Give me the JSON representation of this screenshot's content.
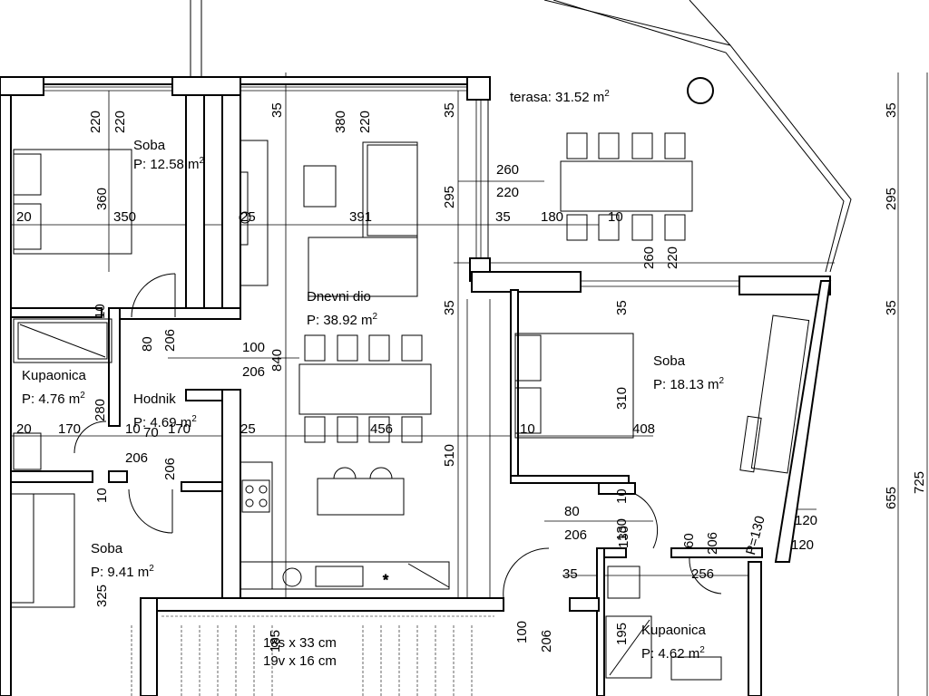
{
  "rooms": {
    "terasa": {
      "name": "terasa:",
      "area": "31.52 m",
      "sup": "2"
    },
    "soba1": {
      "name": "Soba",
      "area": "P: 12.58 m",
      "sup": "2"
    },
    "dnevni": {
      "name": "Dnevni dio",
      "area": "P: 38.92 m",
      "sup": "2"
    },
    "soba2": {
      "name": "Soba",
      "area": "P: 18.13 m",
      "sup": "2"
    },
    "kupaonica1": {
      "name": "Kupaonica",
      "area": "P: 4.76 m",
      "sup": "2"
    },
    "hodnik": {
      "name": "Hodnik",
      "area": "P: 4.69 m",
      "sup": "2"
    },
    "soba3": {
      "name": "Soba",
      "area": "P: 9.41 m",
      "sup": "2"
    },
    "kupaonica2": {
      "name": "Kupaonica",
      "area": "P: 4.62 m",
      "sup": "2"
    }
  },
  "stairs": {
    "line1": "18s x 33 cm",
    "line2": "19v x 16 cm"
  },
  "dims_h": [
    "20",
    "350",
    "25",
    "391",
    "35",
    "180",
    "10",
    "20",
    "170",
    "10",
    "70",
    "170",
    "25",
    "456",
    "10",
    "408",
    "260",
    "220",
    "100",
    "206",
    "80",
    "206",
    "35",
    "256",
    "120",
    "120",
    "206"
  ],
  "dims_v": [
    "220",
    "220",
    "360",
    "35",
    "380",
    "220",
    "35",
    "295",
    "35",
    "80",
    "206",
    "840",
    "280",
    "206",
    "10",
    "325",
    "510",
    "260",
    "220",
    "310",
    "35",
    "10",
    "130",
    "60",
    "206",
    "100",
    "206",
    "195",
    "35",
    "295",
    "35",
    "725",
    "655",
    "185",
    "130",
    "10"
  ],
  "misc": {
    "p130": "P=130"
  }
}
